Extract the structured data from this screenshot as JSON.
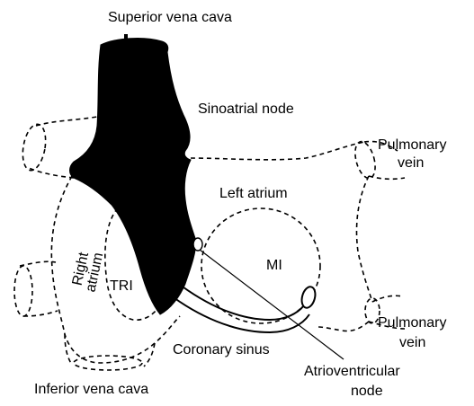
{
  "diagram": {
    "labels": {
      "superior_vena_cava": "Superior vena cava",
      "sinoatrial_node": "Sinoatrial node",
      "pulmonary_vein_upper_line1": "Pulmonary",
      "pulmonary_vein_upper_line2": "vein",
      "left_atrium": "Left atrium",
      "right_atrium_line1": "Right",
      "right_atrium_line2": "atrium",
      "tri": "TRI",
      "mi": "MI",
      "pulmonary_vein_lower_line1": "Pulmonary",
      "pulmonary_vein_lower_line2": "vein",
      "coronary_sinus": "Coronary sinus",
      "atrioventricular_node_line1": "Atrioventricular",
      "atrioventricular_node_line2": "node",
      "inferior_vena_cava": "Inferior vena cava"
    },
    "colors": {
      "ink": "#000000",
      "background": "#ffffff"
    }
  }
}
